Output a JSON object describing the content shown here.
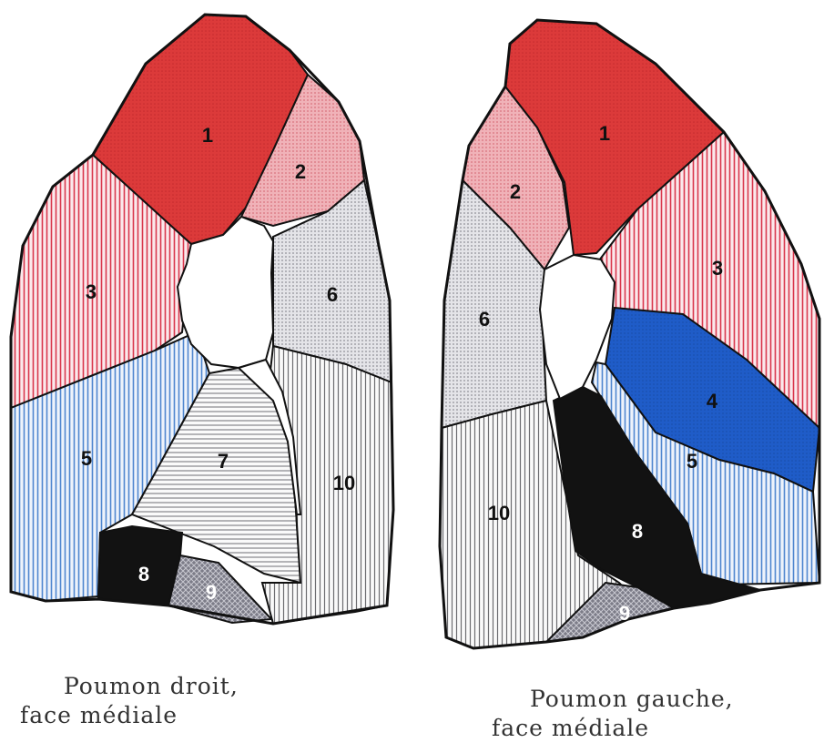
{
  "right_lung": {
    "caption_line1": "Poumon droit,",
    "caption_line2": "face médiale",
    "segments": [
      {
        "id": "1",
        "label": "1",
        "color": "#dc3a3a"
      },
      {
        "id": "2",
        "label": "2",
        "color": "#e88a90"
      },
      {
        "id": "3",
        "label": "3",
        "color": "#e05a6a"
      },
      {
        "id": "5",
        "label": "5",
        "color": "#6a98d4"
      },
      {
        "id": "6",
        "label": "6",
        "color": "#b8b8bc"
      },
      {
        "id": "7",
        "label": "7",
        "color": "#d9d9dc"
      },
      {
        "id": "8",
        "label": "8",
        "color": "#111111"
      },
      {
        "id": "9",
        "label": "9",
        "color": "#8a8a96"
      },
      {
        "id": "10",
        "label": "10",
        "color": "#cfcfd3"
      }
    ]
  },
  "left_lung": {
    "caption_line1": "Poumon gauche,",
    "caption_line2": "face médiale",
    "segments": [
      {
        "id": "1",
        "label": "1",
        "color": "#dc3a3a"
      },
      {
        "id": "2",
        "label": "2",
        "color": "#e88a90"
      },
      {
        "id": "3",
        "label": "3",
        "color": "#e05a6a"
      },
      {
        "id": "4",
        "label": "4",
        "color": "#1f5cc8"
      },
      {
        "id": "5",
        "label": "5",
        "color": "#6a98d4"
      },
      {
        "id": "6",
        "label": "6",
        "color": "#b8b8bc"
      },
      {
        "id": "8",
        "label": "8",
        "color": "#111111"
      },
      {
        "id": "9",
        "label": "9",
        "color": "#8a8a96"
      },
      {
        "id": "10",
        "label": "10",
        "color": "#cfcfd3"
      }
    ]
  }
}
